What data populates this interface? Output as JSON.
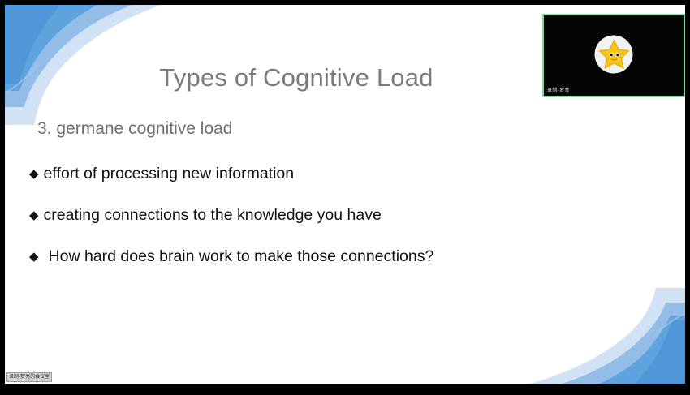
{
  "slide": {
    "title": "Types of Cognitive Load",
    "subtitle": "3. germane cognitive load",
    "bullets": [
      {
        "glyph": "◆",
        "text": "effort of processing new information"
      },
      {
        "glyph": "◆",
        "text": "creating connections to the knowledge you have"
      },
      {
        "glyph": "◆",
        "text": "How hard does brain work to make those connections?"
      }
    ],
    "watermark": "录制-梦亮的会议室",
    "colors": {
      "title_gray": "#7b7b7b",
      "body_black": "#111111",
      "blob_blue": "#6aa9e0",
      "blob_light_blue": "#a9c9ec",
      "slide_background": "#ffffff",
      "frame_black": "#000000"
    }
  },
  "video_panel": {
    "participant_name": "录制-梦亮",
    "avatar_icon": "star-avatar",
    "border_color": "#83d99b",
    "background_color": "#050505"
  }
}
